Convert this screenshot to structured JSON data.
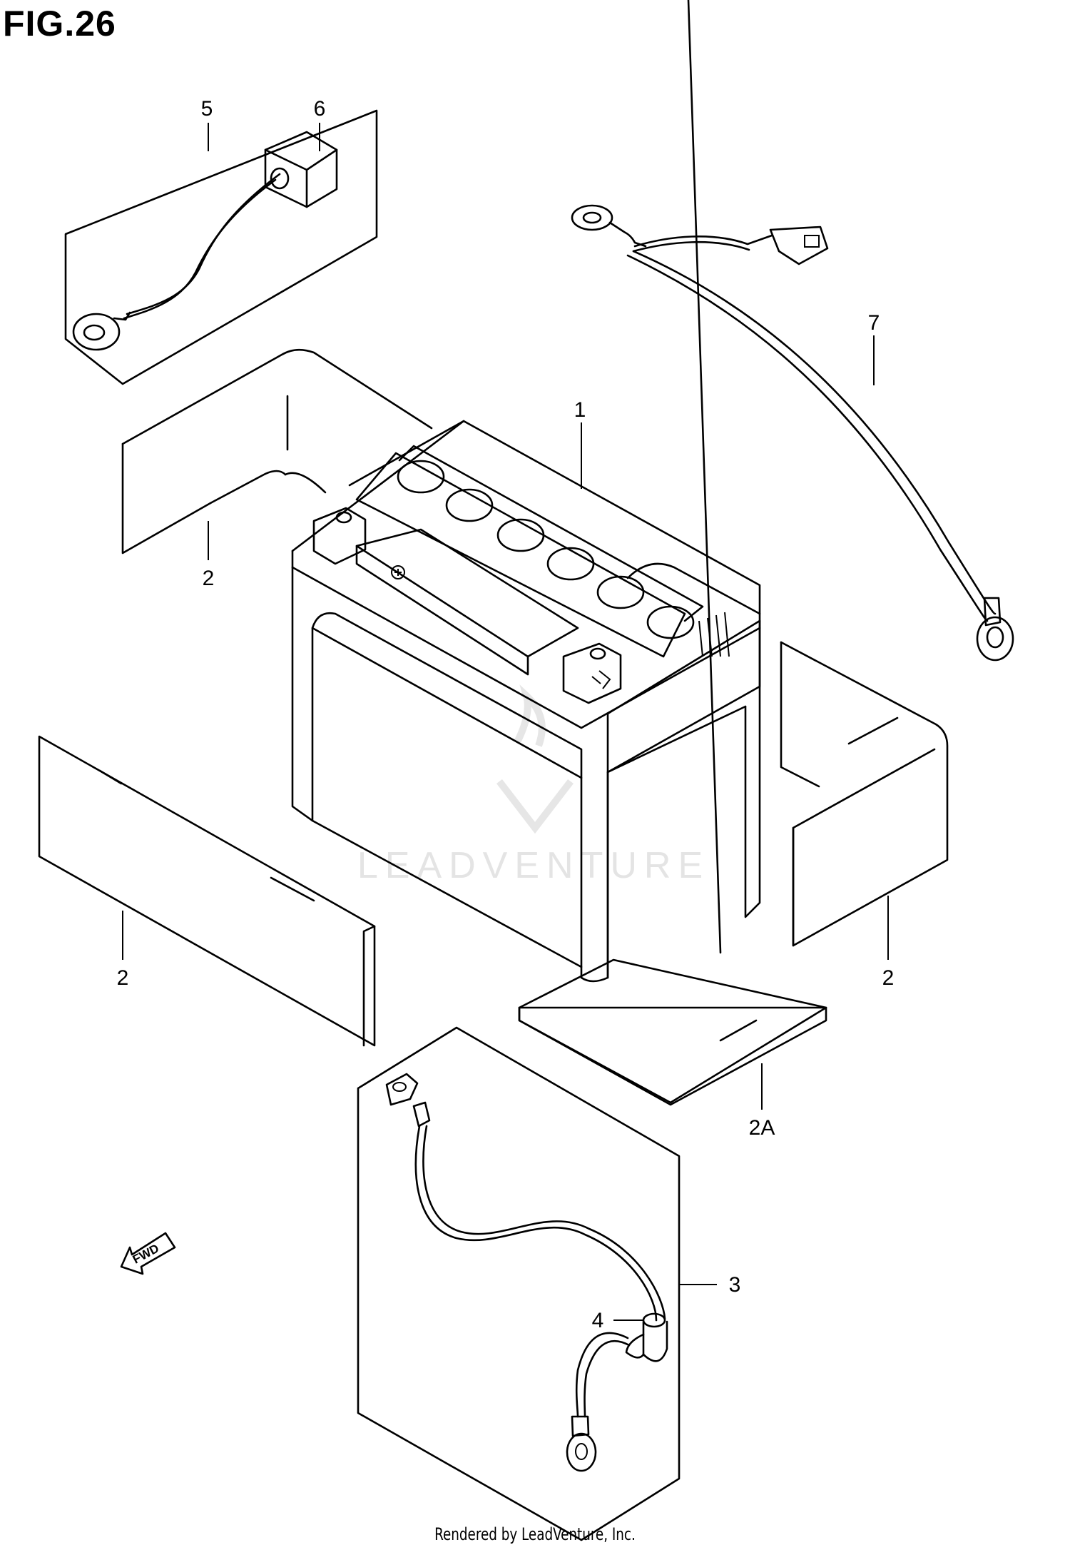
{
  "figure": {
    "title": "FIG.26"
  },
  "watermark": {
    "text": "LEADVENTURE"
  },
  "fwd_arrow": {
    "label": "FWD"
  },
  "callouts": [
    {
      "label": "1",
      "part": "battery"
    },
    {
      "label": "2",
      "part": "battery-pad-upper-left"
    },
    {
      "label": "2",
      "part": "battery-pad-lower-left"
    },
    {
      "label": "2",
      "part": "battery-pad-right"
    },
    {
      "label": "2A",
      "part": "battery-pad-bottom"
    },
    {
      "label": "3",
      "part": "battery-cable-negative"
    },
    {
      "label": "4",
      "part": "terminal-cover"
    },
    {
      "label": "5",
      "part": "battery-cable-positive"
    },
    {
      "label": "6",
      "part": "positive-terminal-cover"
    },
    {
      "label": "7",
      "part": "ground-wire"
    }
  ],
  "footer": {
    "text": "Rendered by LeadVenture, Inc."
  }
}
